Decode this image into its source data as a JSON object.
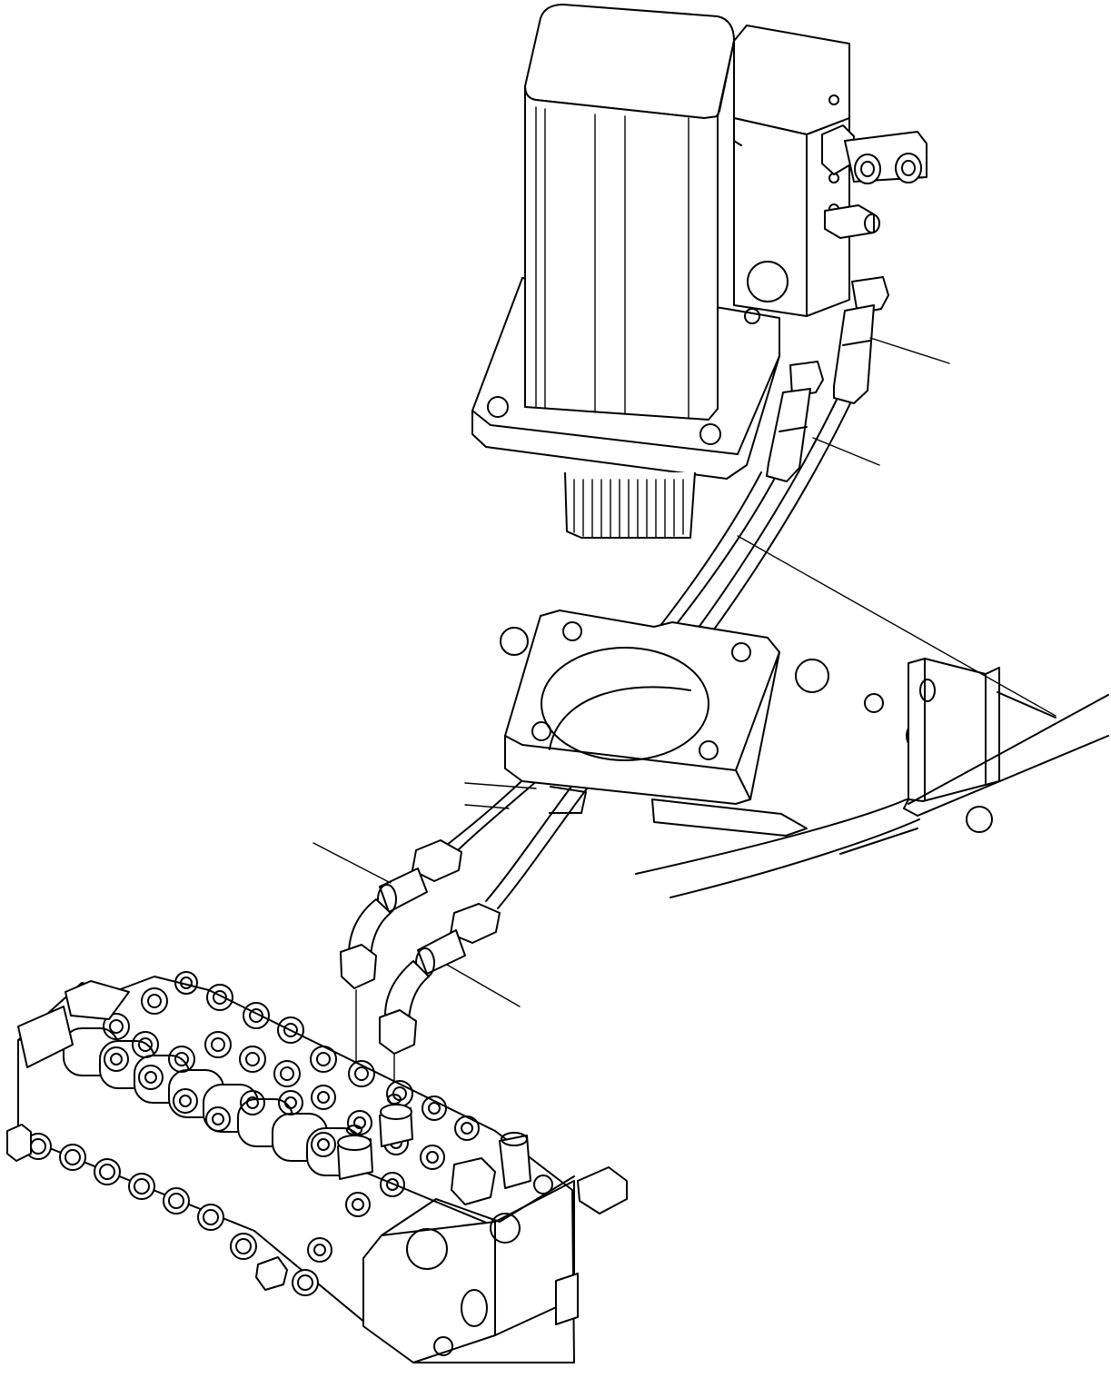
{
  "figure": {
    "kind": "exploded-assembly-line-drawing",
    "colors": {
      "ink": "#000000",
      "background": "#ffffff"
    },
    "callouts": [
      {
        "id": "callout-1",
        "label": ""
      },
      {
        "id": "callout-2",
        "label": ""
      },
      {
        "id": "callout-3",
        "label": ""
      },
      {
        "id": "callout-4",
        "label": ""
      },
      {
        "id": "callout-5",
        "label": ""
      }
    ]
  }
}
